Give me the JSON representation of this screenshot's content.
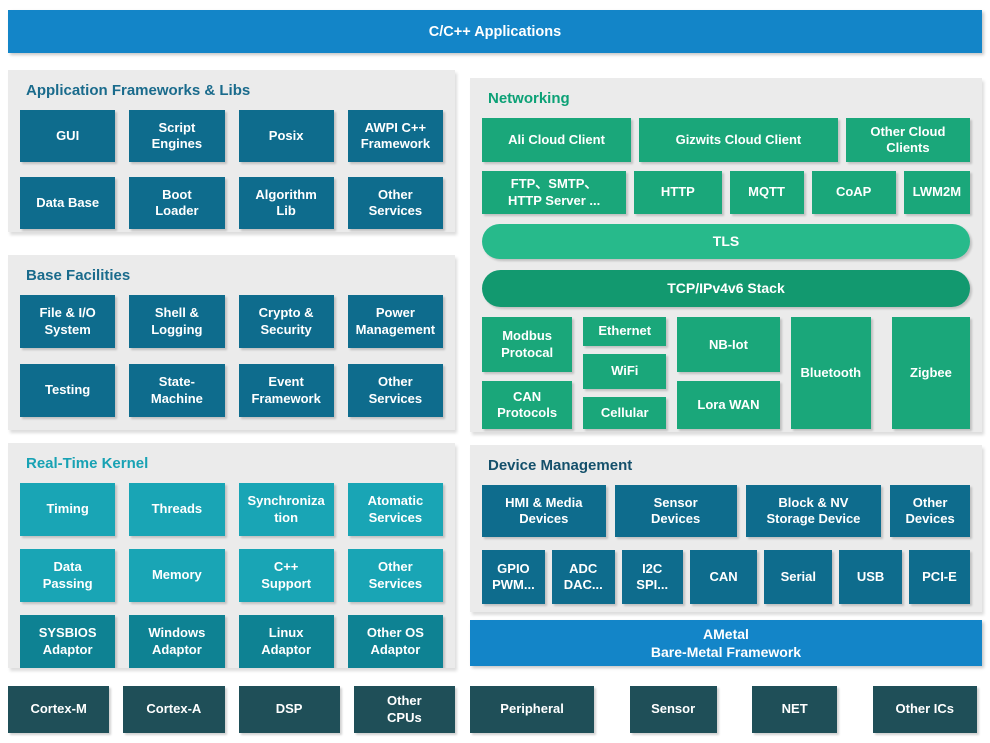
{
  "banner": {
    "label": "C/C++ Applications"
  },
  "panels": {
    "app_frameworks": {
      "title": "Application Frameworks & Libs",
      "blocks": [
        "GUI",
        "Script\nEngines",
        "Posix",
        "AWPI C++\nFramework",
        "Data Base",
        "Boot\nLoader",
        "Algorithm\nLib",
        "Other\nServices"
      ]
    },
    "base_facilities": {
      "title": "Base Facilities",
      "blocks": [
        "File & I/O\nSystem",
        "Shell &\nLogging",
        "Crypto &\nSecurity",
        "Power\nManagement",
        "Testing",
        "State-\nMachine",
        "Event\nFramework",
        "Other\nServices"
      ]
    },
    "realtime_kernel": {
      "title": "Real-Time Kernel",
      "service_blocks": [
        "Timing",
        "Threads",
        "Synchroniza\ntion",
        "Atomatic\nServices",
        "Data\nPassing",
        "Memory",
        "C++\nSupport",
        "Other\nServices"
      ],
      "adaptor_blocks": [
        "SYSBIOS\nAdaptor",
        "Windows\nAdaptor",
        "Linux\nAdaptor",
        "Other OS\nAdaptor"
      ]
    },
    "networking": {
      "title": "Networking",
      "cloud_row": [
        "Ali Cloud Client",
        "Gizwits Cloud Client",
        "Other Cloud\nClients"
      ],
      "protocol_row": [
        "FTP、SMTP、\nHTTP Server ...",
        "HTTP",
        "MQTT",
        "CoAP",
        "LWM2M"
      ],
      "tls_label": "TLS",
      "stack_label": "TCP/IPv4v6 Stack",
      "link_columns": {
        "col1": [
          "Modbus\nProtocal",
          "CAN\nProtocols"
        ],
        "col2": [
          "Ethernet",
          "WiFi",
          "Cellular"
        ],
        "col3": [
          "NB-Iot",
          "Lora WAN"
        ],
        "col4": [
          "Bluetooth"
        ],
        "col5": [
          "Zigbee"
        ]
      }
    },
    "device_management": {
      "title": "Device Management",
      "device_row": [
        "HMI & Media\nDevices",
        "Sensor\nDevices",
        "Block & NV\nStorage Device",
        "Other\nDevices"
      ],
      "bus_row": [
        "GPIO\nPWM...",
        "ADC\nDAC...",
        "I2C\nSPI...",
        "CAN",
        "Serial",
        "USB",
        "PCI-E"
      ]
    },
    "ametal": {
      "label": "AMetal\nBare-Metal Framework"
    }
  },
  "bottom_row": {
    "cpu_blocks": [
      "Cortex-M",
      "Cortex-A",
      "DSP",
      "Other\nCPUs"
    ],
    "ic_blocks": [
      "Peripheral",
      "Sensor",
      "NET",
      "Other ICs"
    ]
  },
  "colors": {
    "banner_blue": "#1385c8",
    "panel_gray": "#ebebeb",
    "block_teal": "#0e6c8d",
    "kernel_cyan": "#19a5b5",
    "adaptor_cyan_dark": "#0e8293",
    "network_green": "#1aa77a",
    "tls_green_light": "#27ba8b",
    "stack_green_dark": "#12996f",
    "hardware_dark": "#1f4f58",
    "title_blue": "#1a6b8c",
    "title_cyan": "#18a2b4",
    "title_green": "#0ca176",
    "title_navy": "#14506b"
  }
}
